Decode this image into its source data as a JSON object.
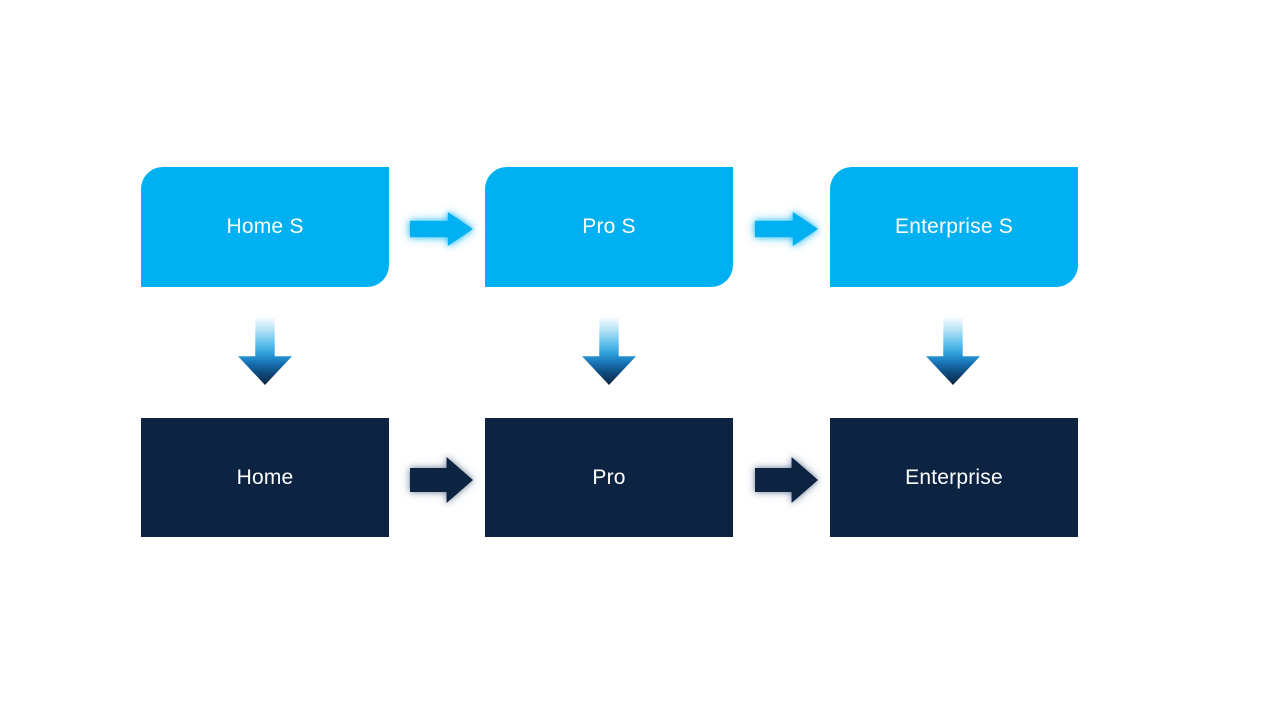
{
  "colors": {
    "background": "#FFFFFF",
    "light_blue": "#00B0F0",
    "dark_navy": "#0C2442",
    "node_text": "#FFFFFF"
  },
  "diagram": {
    "top_row": {
      "fill": "#00B0F0",
      "shape": "round-diagonal-corner-rectangle",
      "nodes": [
        {
          "label": "Home S"
        },
        {
          "label": "Pro S"
        },
        {
          "label": "Enterprise S"
        }
      ]
    },
    "bottom_row": {
      "fill": "#0C2442",
      "shape": "rectangle",
      "nodes": [
        {
          "label": "Home"
        },
        {
          "label": "Pro"
        },
        {
          "label": "Enterprise"
        }
      ]
    },
    "connectors": {
      "right_arrow_top_color": "#00B0F0",
      "right_arrow_bottom_color": "#0C2442",
      "down_arrow_gradient": [
        "#F3FAFE",
        "#5FC0EB",
        "#1670B2",
        "#0C2442"
      ]
    }
  }
}
